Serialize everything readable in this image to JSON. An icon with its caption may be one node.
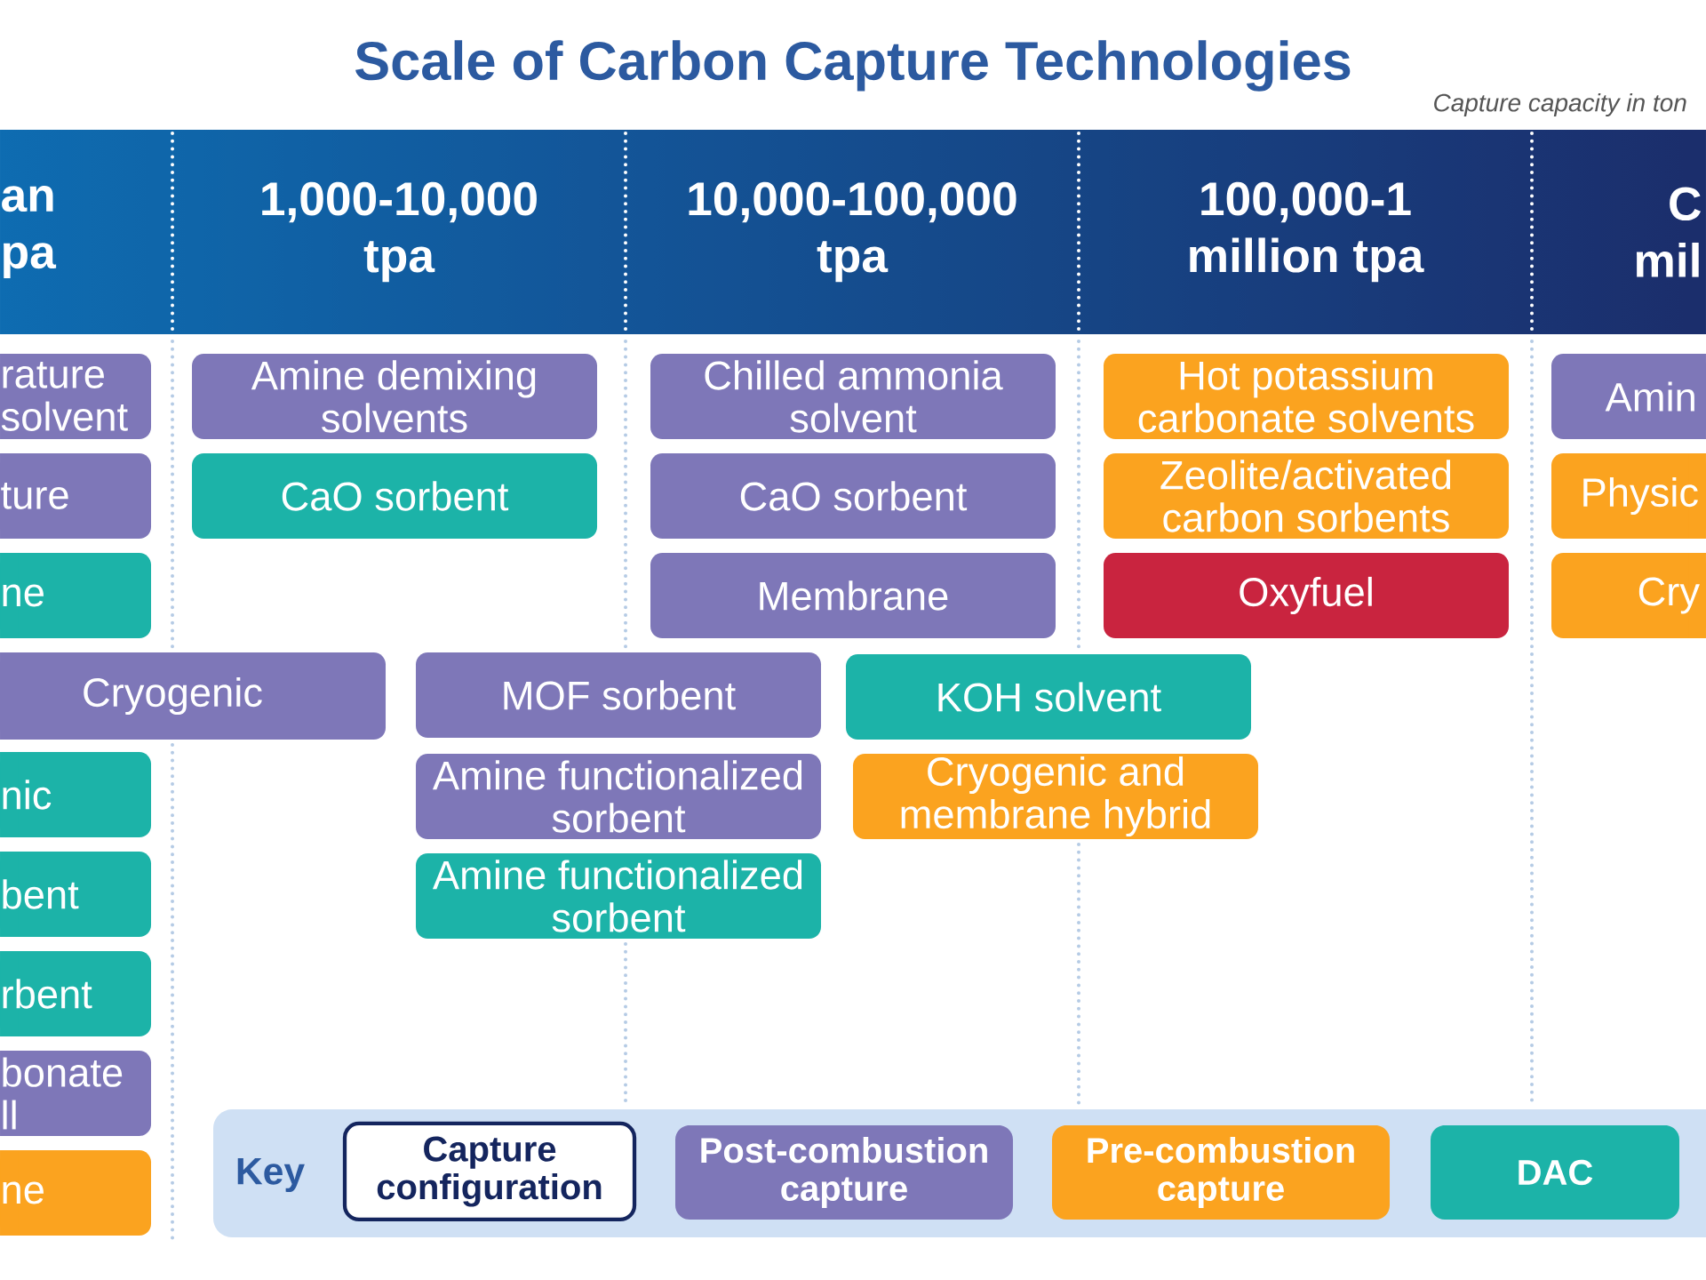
{
  "diagram": {
    "title": "Scale of Carbon Capture Technologies",
    "nodes": [
      {
        "text": [
          "an pa"
        ]
      },
      {
        "text": [
          "1,000-10,000 tpa"
        ]
      },
      {
        "text": [
          "10,000-100,000 tpa"
        ]
      },
      {
        "text": [
          "100,000-1 million tpa"
        ]
      },
      {
        "text": [
          "C mil"
        ]
      },
      {
        "text": [
          "rature solvent"
        ]
      },
      {
        "text": [
          "Amine demixing solvents"
        ]
      },
      {
        "text": [
          "Chilled ammonia solvent"
        ]
      },
      {
        "text": [
          "Hot potassium carbonate solvents"
        ]
      },
      {
        "text": [
          "Amin"
        ]
      },
      {
        "text": [
          "ture"
        ]
      },
      {
        "text": [
          "CaO sorbent"
        ]
      },
      {
        "text": [
          "CaO sorbent"
        ]
      },
      {
        "text": [
          "Zeolite/activated carbon sorbents"
        ]
      },
      {
        "text": [
          "Physic"
        ]
      },
      {
        "text": [
          "ne"
        ]
      },
      {
        "text": [
          "Membrane"
        ]
      },
      {
        "text": [
          "Oxyfuel"
        ]
      },
      {
        "text": [
          "Cry"
        ]
      },
      {
        "text": [
          "Cryogenic"
        ]
      },
      {
        "text": [
          "MOF sorbent"
        ]
      },
      {
        "text": [
          "KOH solvent"
        ]
      },
      {
        "text": [
          "nic"
        ]
      },
      {
        "text": [
          "Amine functionalized sorbent"
        ]
      },
      {
        "text": [
          "Cryogenic and membrane hybrid"
        ]
      },
      {
        "text": [
          "bent"
        ]
      },
      {
        "text": [
          "Amine functionalized sorbent"
        ]
      },
      {
        "text": [
          "rbent"
        ]
      },
      {
        "text": [
          "bonate ll"
        ]
      },
      {
        "text": [
          "ne"
        ]
      }
    ],
    "labels": [
      "Capture capacity in ton",
      "Key"
    ],
    "legend": [
      {
        "text": "Capture configuration"
      },
      {
        "text": "Post-combustion capture",
        "color": "#7e77b8"
      },
      {
        "text": "Pre-combustion capture",
        "color": "#fba31f"
      },
      {
        "text": "DAC",
        "color": "#1cb3a8"
      }
    ]
  }
}
